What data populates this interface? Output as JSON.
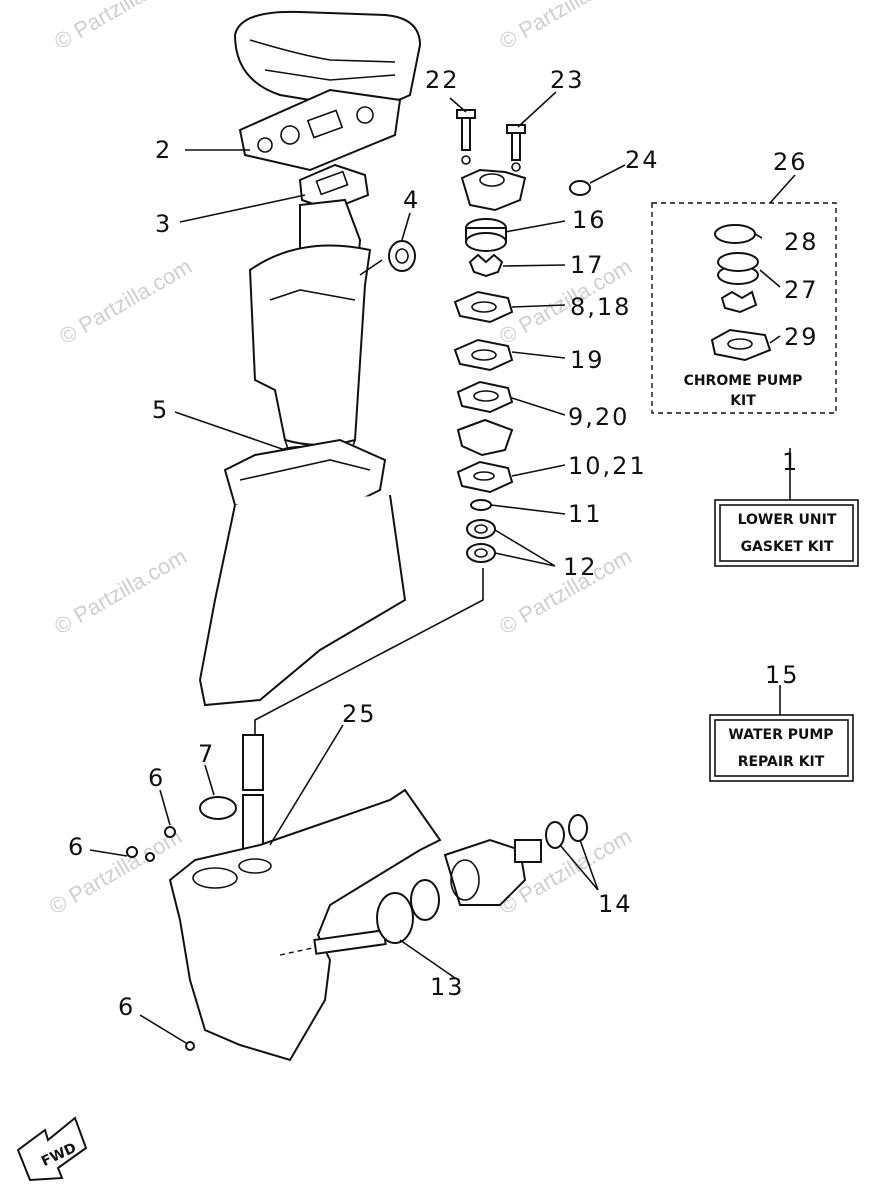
{
  "watermark": "© Partzilla.com",
  "callouts": {
    "c1": "1",
    "c2": "2",
    "c3": "3",
    "c4": "4",
    "c5": "5",
    "c6a": "6",
    "c6b": "6",
    "c6c": "6",
    "c7": "7",
    "c8_18": "8,18",
    "c9_20": "9,20",
    "c10_21": "10,21",
    "c11": "11",
    "c12": "12",
    "c13": "13",
    "c14": "14",
    "c15": "15",
    "c16": "16",
    "c17": "17",
    "c19": "19",
    "c22": "22",
    "c23": "23",
    "c24": "24",
    "c25": "25",
    "c26": "26",
    "c27": "27",
    "c28": "28",
    "c29": "29"
  },
  "kits": {
    "chrome_pump": [
      "CHROME PUMP",
      "KIT"
    ],
    "lower_unit": [
      "LOWER UNIT",
      "GASKET KIT"
    ],
    "water_pump": [
      "WATER PUMP",
      "REPAIR KIT"
    ]
  },
  "fwd_label": "FWD"
}
